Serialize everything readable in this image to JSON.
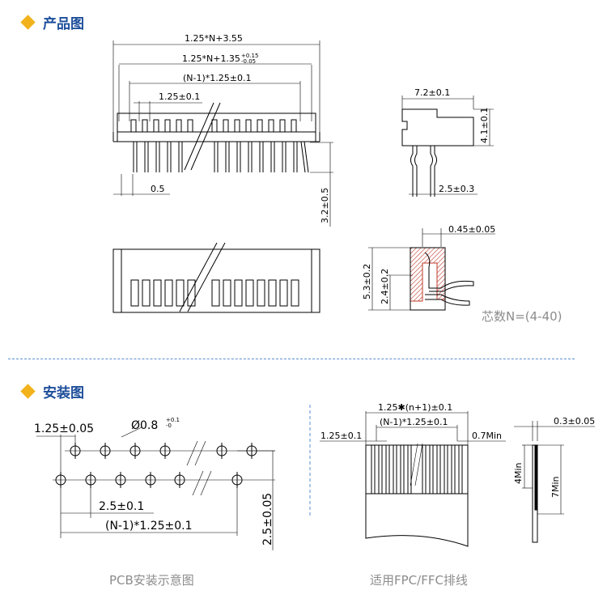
{
  "sections": {
    "product": {
      "title": "产品图"
    },
    "install": {
      "title": "安装图"
    }
  },
  "product_dims": {
    "overall": "1.25*N+3.55",
    "inner": "1.25*N+1.35",
    "inner_tol_upper": "+0.15",
    "inner_tol_lower": "-0.05",
    "pitch_span": "(N-1)*1.25±0.1",
    "pitch": "1.25±0.1",
    "pin_width": "0.5",
    "pin_height": "3.2±0.5",
    "side_width": "7.2±0.1",
    "side_height": "4.1±0.1",
    "foot_spacing": "2.5±0.3",
    "sec_top": "0.45±0.05",
    "sec_height": "5.3±0.2",
    "sec_inner": "2.4±0.2",
    "pin_count_note": "芯数N=(4-40)"
  },
  "pcb": {
    "pitch": "1.25±0.05",
    "hole": "Ø0.8",
    "hole_tol_upper": "+0.1",
    "hole_tol_lower": "-0",
    "row_offset": "2.5±0.1",
    "span": "(N-1)*1.25±0.1",
    "row_gap": "2.5±0.05",
    "caption": "PCB安装示意图"
  },
  "fpc": {
    "overall": "1.25✱(n+1)±0.1",
    "span": "(N-1)*1.25±0.1",
    "pitch": "1.25±0.1",
    "min_gap": "0.7Min",
    "thickness": "0.3±0.05",
    "min_4": "4Min",
    "min_7": "7Min",
    "caption": "适用FPC/FFC排线"
  },
  "colors": {
    "title": "#1d4e9a",
    "bullet": "#f2b21c",
    "divider": "#5a8fd0",
    "caption": "#8c8c8c",
    "hatch": "#c0392b"
  }
}
